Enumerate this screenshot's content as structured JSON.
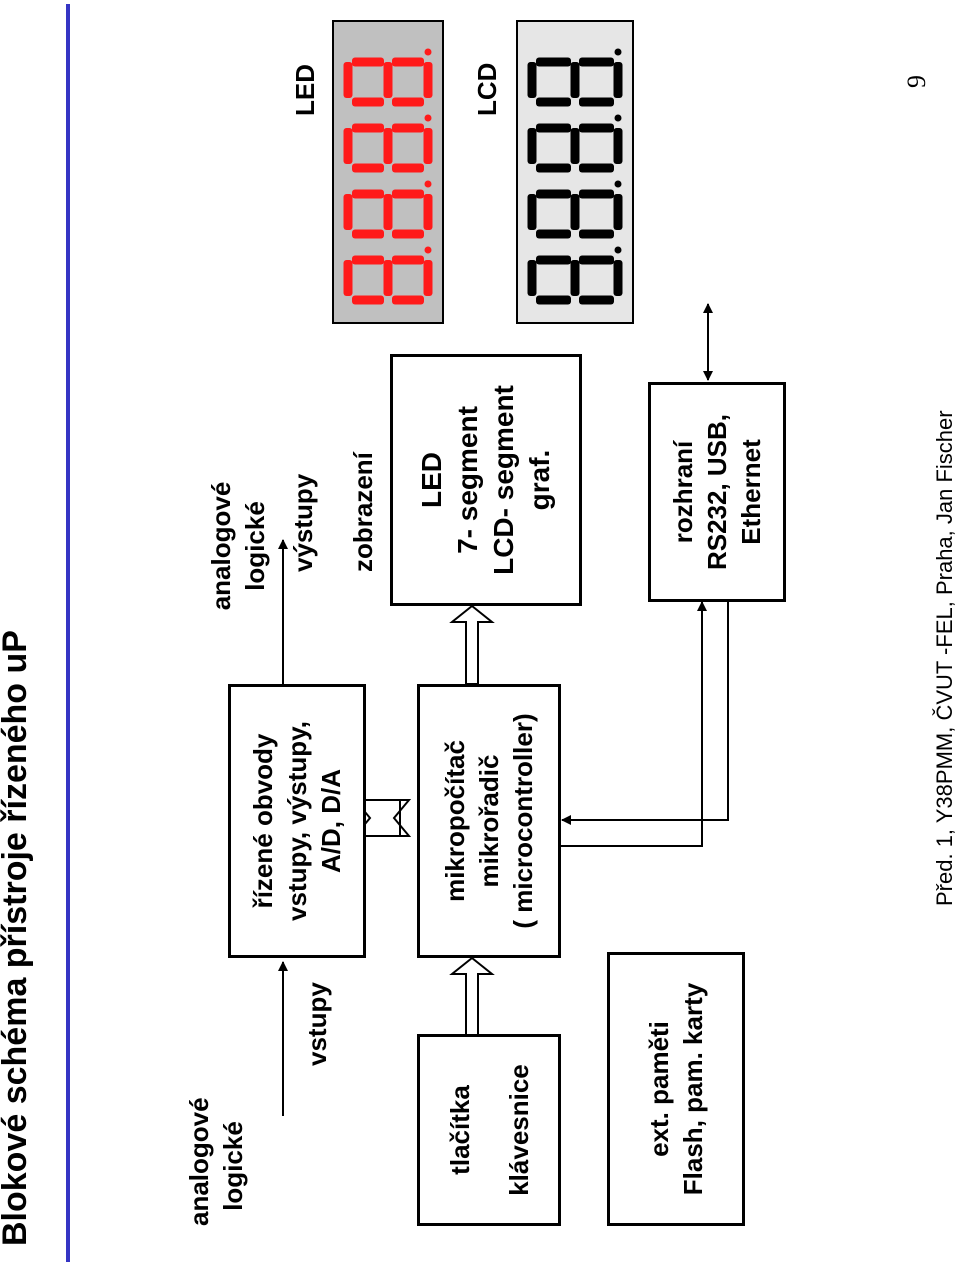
{
  "title": "Blokové schéma přístroje řízeného uP",
  "inputs_label": {
    "line1": "analogové",
    "line2": "logické",
    "line3": "vstupy"
  },
  "outputs_label": {
    "line1": "analogové",
    "line2": "logické",
    "line3": "výstupy"
  },
  "display_label": "zobrazení",
  "blocks": {
    "circuits": {
      "line1": "řízené obvody",
      "line2": "vstupy, výstupy,",
      "line3": "A/D, D/A"
    },
    "microcontroller": {
      "line1": "mikropočítač",
      "line2": "mikrořadič",
      "line3": "( microcontroller)"
    },
    "buttons": {
      "line1": "tlačítka",
      "line2": "klávesnice"
    },
    "memory": {
      "line1": "ext. paměti",
      "line2": "Flash, pam. karty"
    },
    "display": {
      "line1": "LED",
      "line2": "7- segment",
      "line3": "LCD- segment",
      "line4": "graf."
    },
    "interface": {
      "line1": "rozhraní",
      "line2": "RS232, USB,",
      "line3": "Ethernet"
    }
  },
  "led_display": {
    "label": "LED",
    "digits": "8888",
    "digit_color": "#ff1a1a",
    "background": "#c0c0c0"
  },
  "lcd_display": {
    "label": "LCD",
    "digits": "8888",
    "digit_color": "#000000",
    "background": "#e6e6e6"
  },
  "footer": "Před. 1, Y38PMM, ČVUT -FEL, Praha, Jan Fischer",
  "page_number": "9",
  "colors": {
    "title_rule": "#3535c4"
  }
}
